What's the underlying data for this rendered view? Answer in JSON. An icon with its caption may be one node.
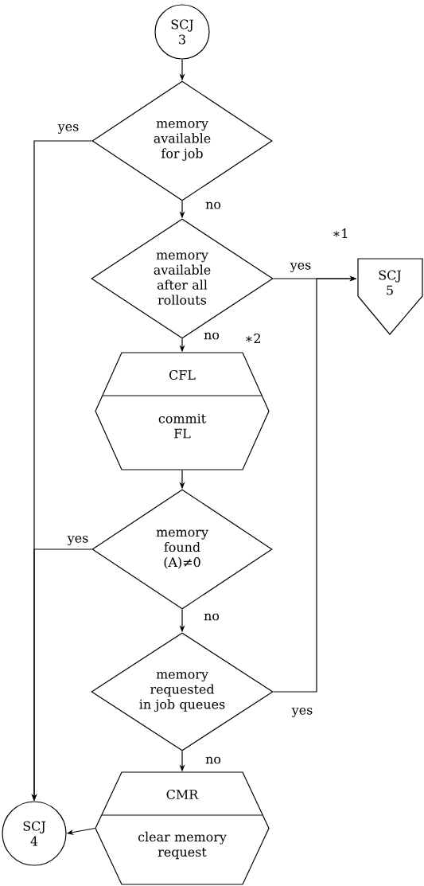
{
  "diagram": {
    "nodes": [
      {
        "text": [
          "SCJ 3"
        ]
      },
      {
        "text": [
          "memory available for job"
        ]
      },
      {
        "text": [
          "memory available after all rollouts"
        ]
      },
      {
        "text": [
          "SCJ 5"
        ]
      },
      {
        "text": [
          "CFL",
          "commit FL"
        ]
      },
      {
        "text": [
          "memory found (A)≠0"
        ]
      },
      {
        "text": [
          "memory requested in job queues"
        ]
      },
      {
        "text": [
          "CMR",
          "clear memory request"
        ]
      },
      {
        "text": [
          "SCJ 4"
        ]
      }
    ],
    "edges": [
      {
        "from": 0,
        "to": 1,
        "arrow": "to"
      },
      {
        "from": 1,
        "to": 2,
        "arrow": "to",
        "label": "no"
      },
      {
        "from": 2,
        "to": 3,
        "arrow": "to",
        "label": "yes"
      },
      {
        "from": 2,
        "to": 4,
        "arrow": "to",
        "label": "no"
      },
      {
        "from": 4,
        "to": 5,
        "arrow": "to"
      },
      {
        "from": 5,
        "to": 8,
        "arrow": "to",
        "label": "yes"
      },
      {
        "from": 1,
        "to": 8,
        "arrow": "to",
        "label": "yes"
      },
      {
        "from": 5,
        "to": 6,
        "arrow": "to",
        "label": "no"
      },
      {
        "from": 6,
        "to": 3,
        "arrow": "to",
        "label": "yes"
      },
      {
        "from": 6,
        "to": 7,
        "arrow": "to",
        "label": "no"
      },
      {
        "from": 7,
        "to": 8,
        "arrow": "to"
      }
    ],
    "labels": [
      "∗1",
      "∗2"
    ]
  }
}
